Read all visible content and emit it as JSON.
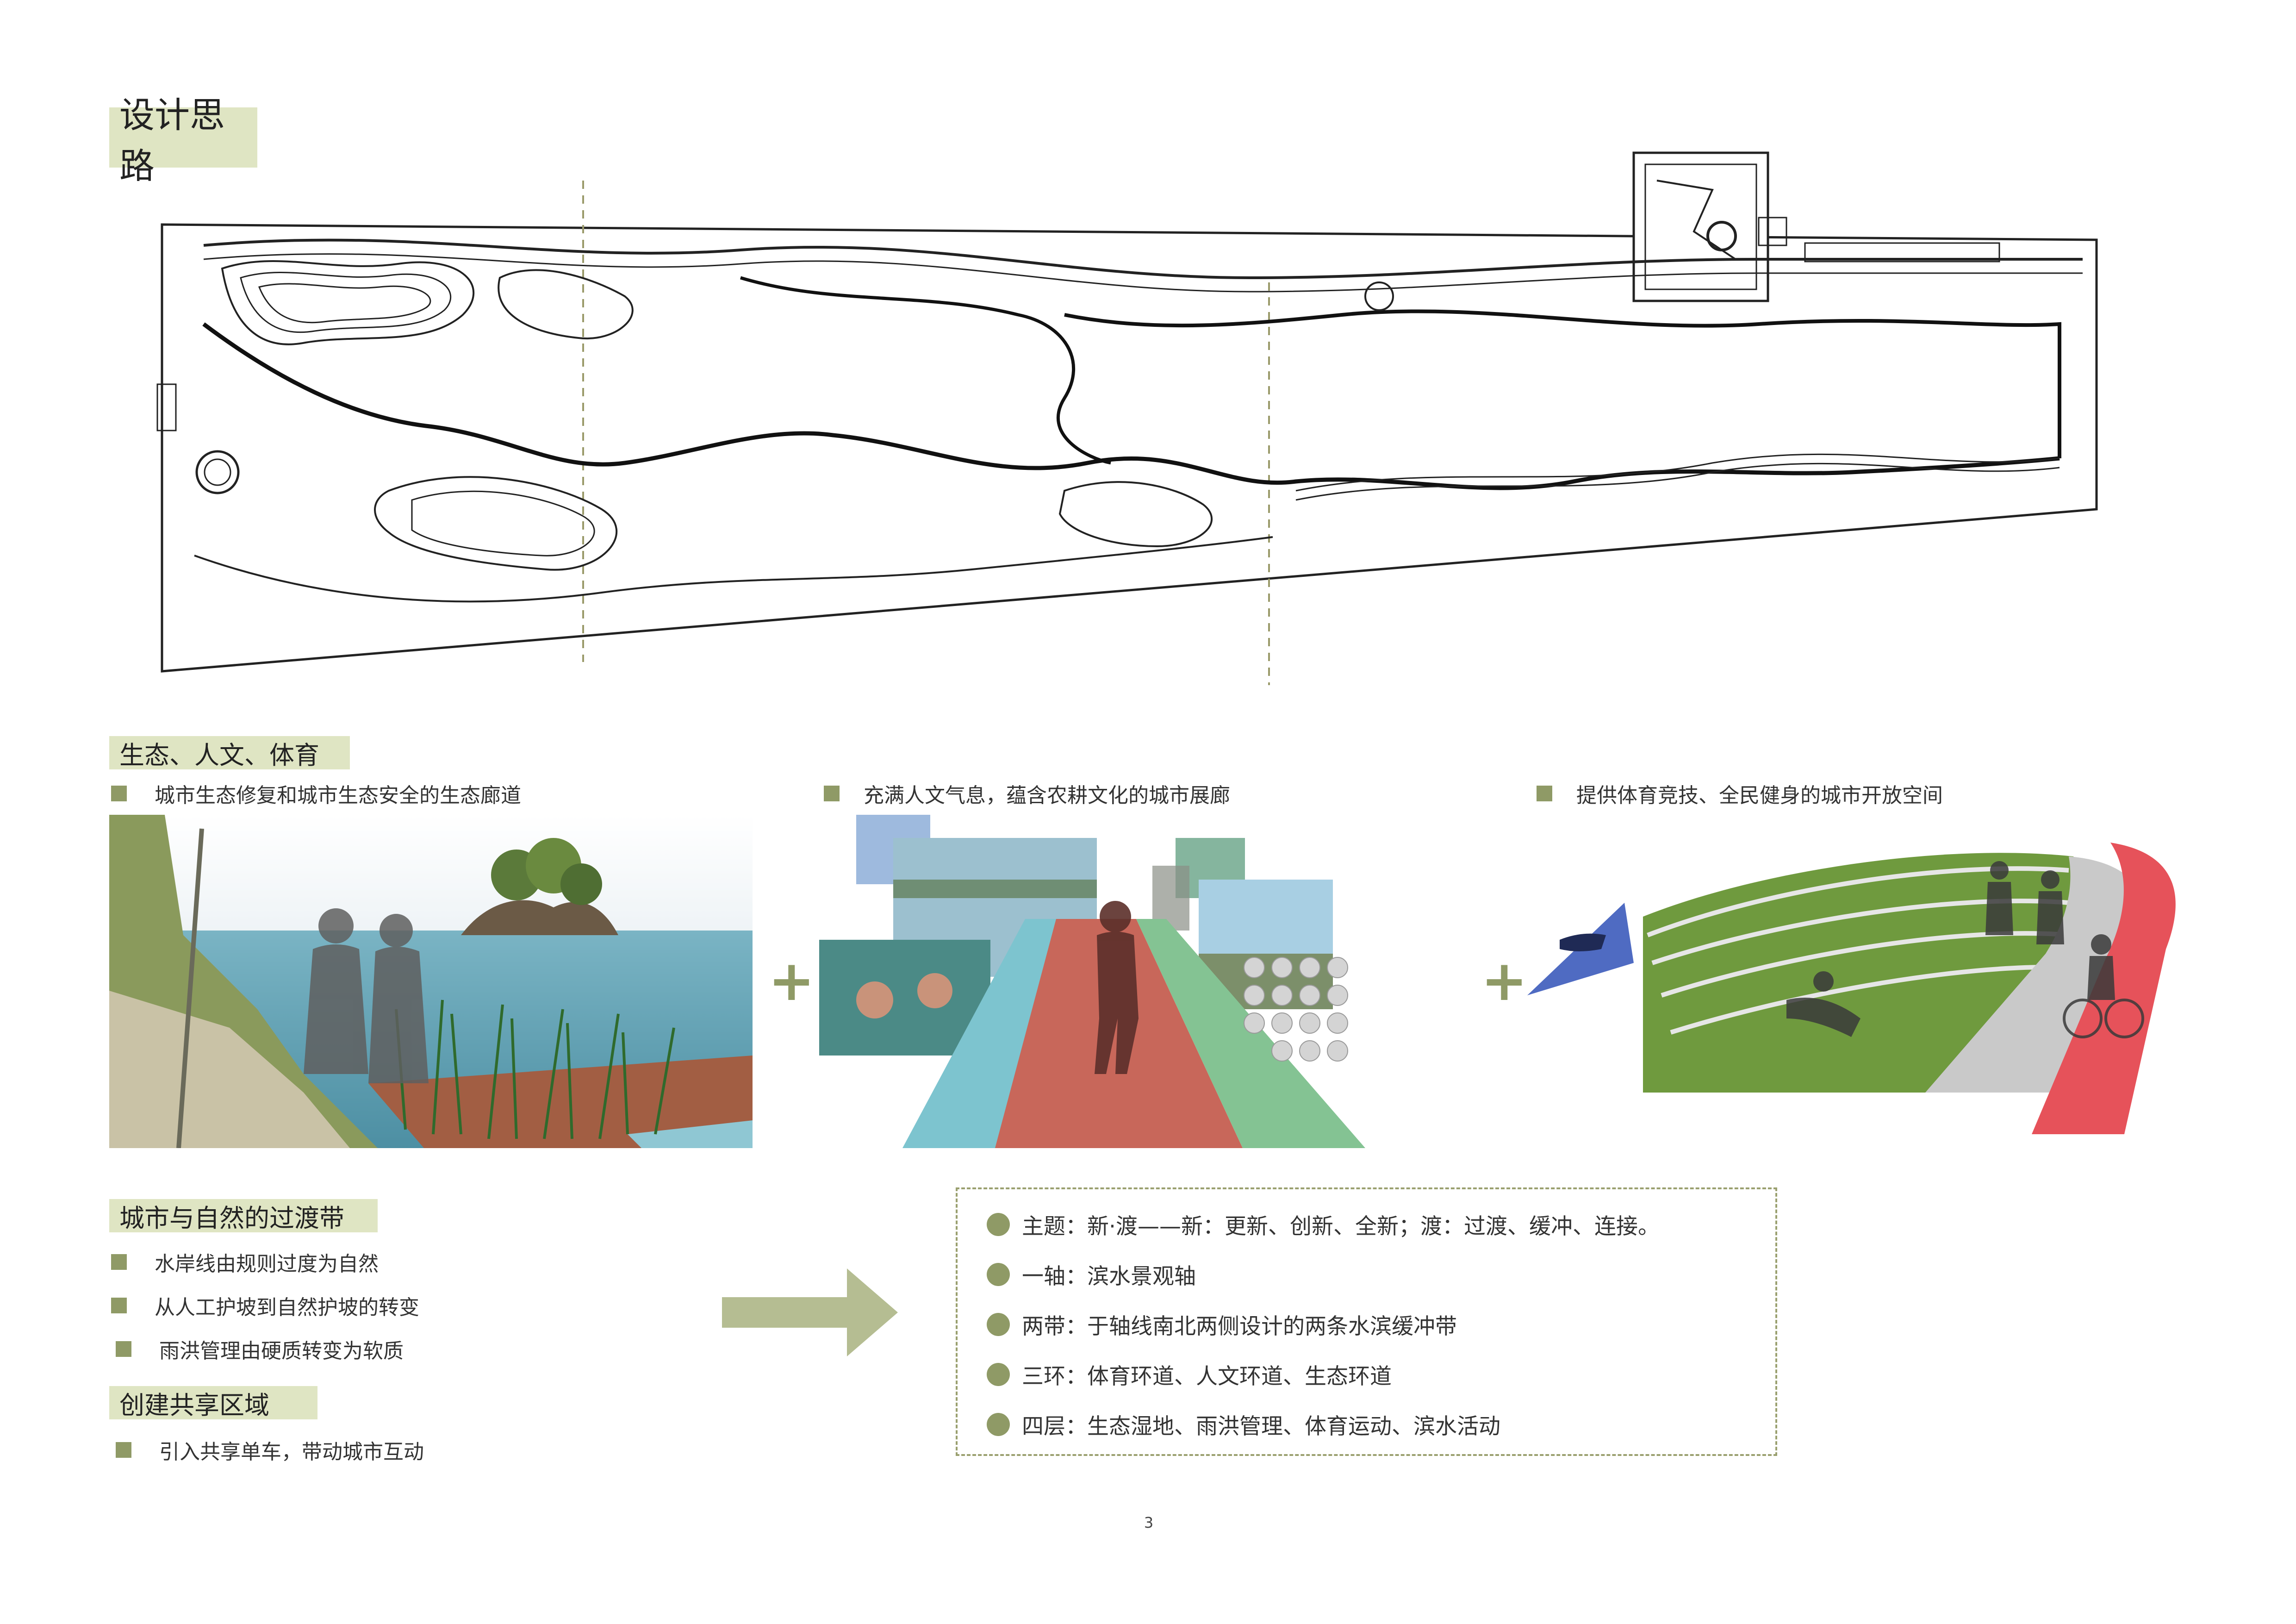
{
  "page": {
    "title": "设计思路",
    "page_number": "3"
  },
  "section_eco": {
    "heading": "生态、人文、体育",
    "items": [
      "城市生态修复和城市生态安全的生态廊道",
      "充满人文气息，蕴含农耕文化的城市展廊",
      "提供体育竞技、全民健身的城市开放空间"
    ]
  },
  "section_transition": {
    "heading": "城市与自然的过渡带",
    "items": [
      "水岸线由规则过度为自然",
      "从人工护坡到自然护坡的转变",
      "雨洪管理由硬质转变为软质"
    ]
  },
  "section_share": {
    "heading": "创建共享区域",
    "items": [
      "引入共享单车，带动城市互动"
    ]
  },
  "summary": {
    "items": [
      "主题：新·渡——新：更新、创新、全新；渡：过渡、缓冲、连接。",
      "一轴：滨水景观轴",
      "两带：于轴线南北两侧设计的两条水滨缓冲带",
      "三环：体育环道、人文环道、生态环道",
      "四层：生态湿地、雨洪管理、体育运动、滨水活动"
    ]
  },
  "colors": {
    "accent": "#8f9a66",
    "tag_bg": "#dfe5c3",
    "arrow": "#b5bd92",
    "path_blue": "#7dc4cf",
    "path_red": "#c8675a",
    "path_green": "#84c393",
    "sport_red": "#e6525a"
  }
}
